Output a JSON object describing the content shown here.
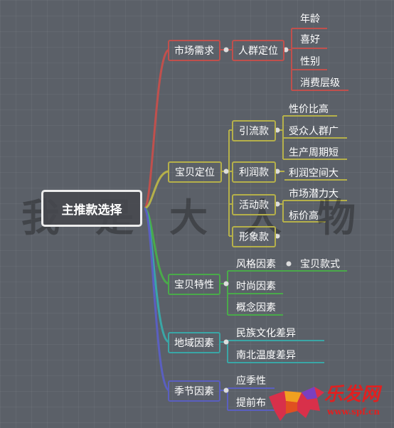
{
  "root": {
    "label": "主推款选择"
  },
  "branches": [
    {
      "label": "市场需求",
      "color": "#c0504d",
      "child": "人群定位",
      "leaves": [
        "年龄",
        "喜好",
        "性别",
        "消费层级"
      ]
    },
    {
      "label": "宝贝定位",
      "color": "#b5b04a",
      "children": [
        {
          "label": "引流款",
          "leaves": [
            "性价比高",
            "受众人群广",
            "生产周期短"
          ]
        },
        {
          "label": "利润款",
          "leaves": [
            "利润空间大"
          ]
        },
        {
          "label": "活动款",
          "leaves": [
            "市场潜力大",
            "标价高"
          ]
        },
        {
          "label": "形象款",
          "leaves": []
        }
      ]
    },
    {
      "label": "宝贝特性",
      "color": "#4aaa4a",
      "leaves": [
        "风格因素",
        "时尚因素",
        "概念因素"
      ],
      "sub": "宝贝款式"
    },
    {
      "label": "地域因素",
      "color": "#3aa6a6",
      "leaves": [
        "民族文化差异",
        "南北温度差异"
      ]
    },
    {
      "label": "季节因素",
      "color": "#5a5fc0",
      "leaves": [
        "应季性",
        "提前布"
      ]
    }
  ],
  "watermark": "我是大人物",
  "logo": {
    "brand": "乐发网",
    "url": "www.spf.cn"
  }
}
